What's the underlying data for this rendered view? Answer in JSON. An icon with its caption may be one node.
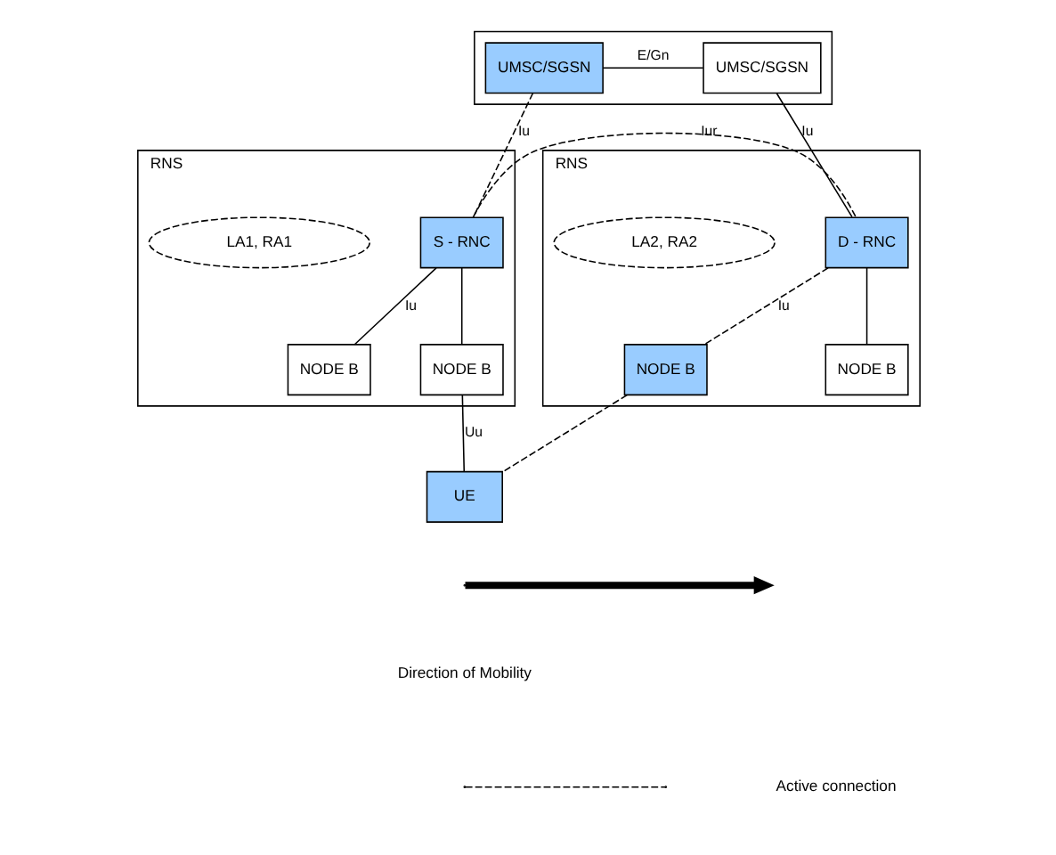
{
  "diagram": {
    "nodes": [
      {
        "text": [],
        "shape": "box"
      },
      {
        "text": [
          "UMSC/SGSN"
        ],
        "in": 0
      },
      {
        "text": [
          "UMSC/SGSN"
        ],
        "in": 0
      },
      {
        "text": [
          "RNS"
        ]
      },
      {
        "text": [
          "S - RNC"
        ],
        "in": 3
      },
      {
        "text": [
          "NODE B"
        ],
        "in": 3
      },
      {
        "text": [
          "NODE B"
        ],
        "in": 3
      },
      {
        "text": [
          "LA1, RA1"
        ],
        "in": 3
      },
      {
        "text": [
          "RNS"
        ]
      },
      {
        "text": [
          "D - RNC"
        ],
        "in": 8
      },
      {
        "text": [
          "NODE B"
        ],
        "in": 8
      },
      {
        "text": [
          "NODE B"
        ],
        "in": 8
      },
      {
        "text": [
          "LA2, RA2"
        ],
        "in": 8
      },
      {
        "text": [
          "UE"
        ]
      }
    ],
    "edges": [
      {
        "from": 1,
        "to": 2,
        "arrow": "none",
        "label": "E/Gn"
      },
      {
        "from": 1,
        "to": 4,
        "arrow": "none",
        "label": "Iu",
        "style": "dashed"
      },
      {
        "from": 2,
        "to": 9,
        "arrow": "none",
        "label": "Iu"
      },
      {
        "from": 4,
        "to": 9,
        "arrow": "none",
        "label": "Iur",
        "style": "dashed"
      },
      {
        "from": 4,
        "to": 5,
        "arrow": "none",
        "label": "Iu"
      },
      {
        "from": 4,
        "to": 6,
        "arrow": "none"
      },
      {
        "from": 9,
        "to": 10,
        "arrow": "none",
        "label": "Iu",
        "style": "dashed"
      },
      {
        "from": 9,
        "to": 11,
        "arrow": "none"
      },
      {
        "from": 6,
        "to": 13,
        "arrow": "none",
        "label": "Uu"
      },
      {
        "from": 10,
        "to": 13,
        "arrow": "none",
        "style": "dashed"
      }
    ],
    "labels": [
      "Direction of Mobility"
    ],
    "legend": [
      {
        "text": "Active connection"
      }
    ]
  }
}
